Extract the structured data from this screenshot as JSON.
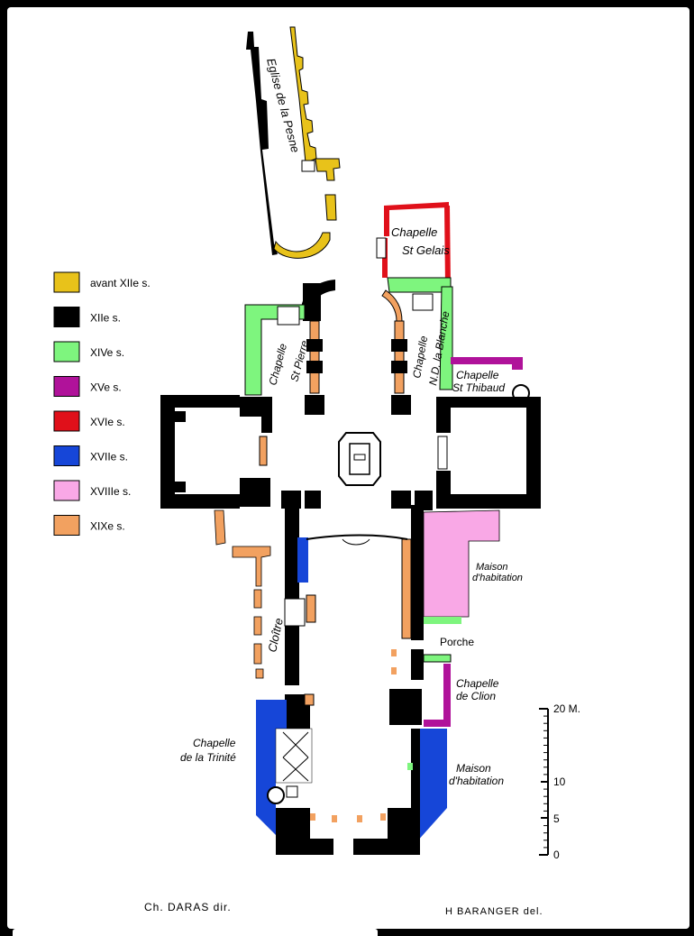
{
  "colors": {
    "avant_xii": "#e8c21a",
    "xii": "#000000",
    "xiv": "#7ef57e",
    "xv": "#b0129a",
    "xvi": "#e0101a",
    "xvii": "#1646d8",
    "xviii": "#f9a8e6",
    "xix": "#f2a160"
  },
  "legend": [
    {
      "key": "avant_xii",
      "label": "avant XIIe s."
    },
    {
      "key": "xii",
      "label": "XIIe s."
    },
    {
      "key": "xiv",
      "label": "XIVe s."
    },
    {
      "key": "xv",
      "label": "XVe s."
    },
    {
      "key": "xvi",
      "label": "XVIe s."
    },
    {
      "key": "xvii",
      "label": "XVIIe s."
    },
    {
      "key": "xviii",
      "label": "XVIIIe s."
    },
    {
      "key": "xix",
      "label": "XIXe s."
    }
  ],
  "labels": {
    "eglise": "Eglise de la Pesne",
    "st_gelais_1": "Chapelle",
    "st_gelais_2": "St Gelais",
    "st_pierre_1": "Chapelle",
    "st_pierre_2": "St Pierre",
    "nd_blanche_1": "Chapelle",
    "nd_blanche_2": "N.D. la Blanche",
    "st_thibaud_1": "Chapelle",
    "st_thibaud_2": "St Thibaud",
    "maison1_1": "Maison",
    "maison1_2": "d'habitation",
    "cloitre": "Cloître",
    "porche": "Porche",
    "clion_1": "Chapelle",
    "clion_2": "de Clion",
    "trinite_1": "Chapelle",
    "trinite_2": "de la Trinité",
    "maison2_1": "Maison",
    "maison2_2": "d'habitation"
  },
  "scale": {
    "ticks": [
      "20 M.",
      "10",
      "5",
      "0"
    ]
  },
  "credits": {
    "left": "Ch. DARAS  dir.",
    "right": "H BARANGER  del."
  }
}
